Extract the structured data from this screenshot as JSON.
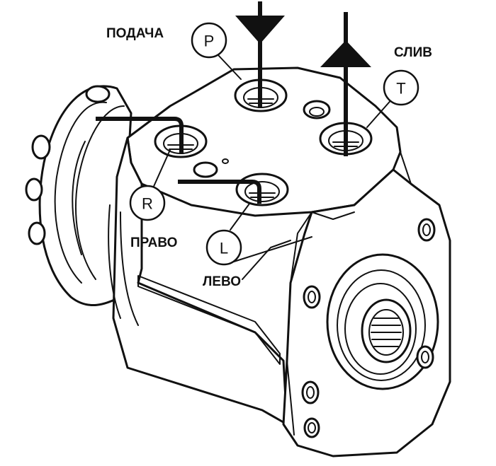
{
  "labels": {
    "supply": "ПОДАЧА",
    "drain": "СЛИВ",
    "right": "ПРАВО",
    "left": "ЛЕВО"
  },
  "ports": {
    "p": "P",
    "t": "T",
    "r": "R",
    "l": "L"
  }
}
